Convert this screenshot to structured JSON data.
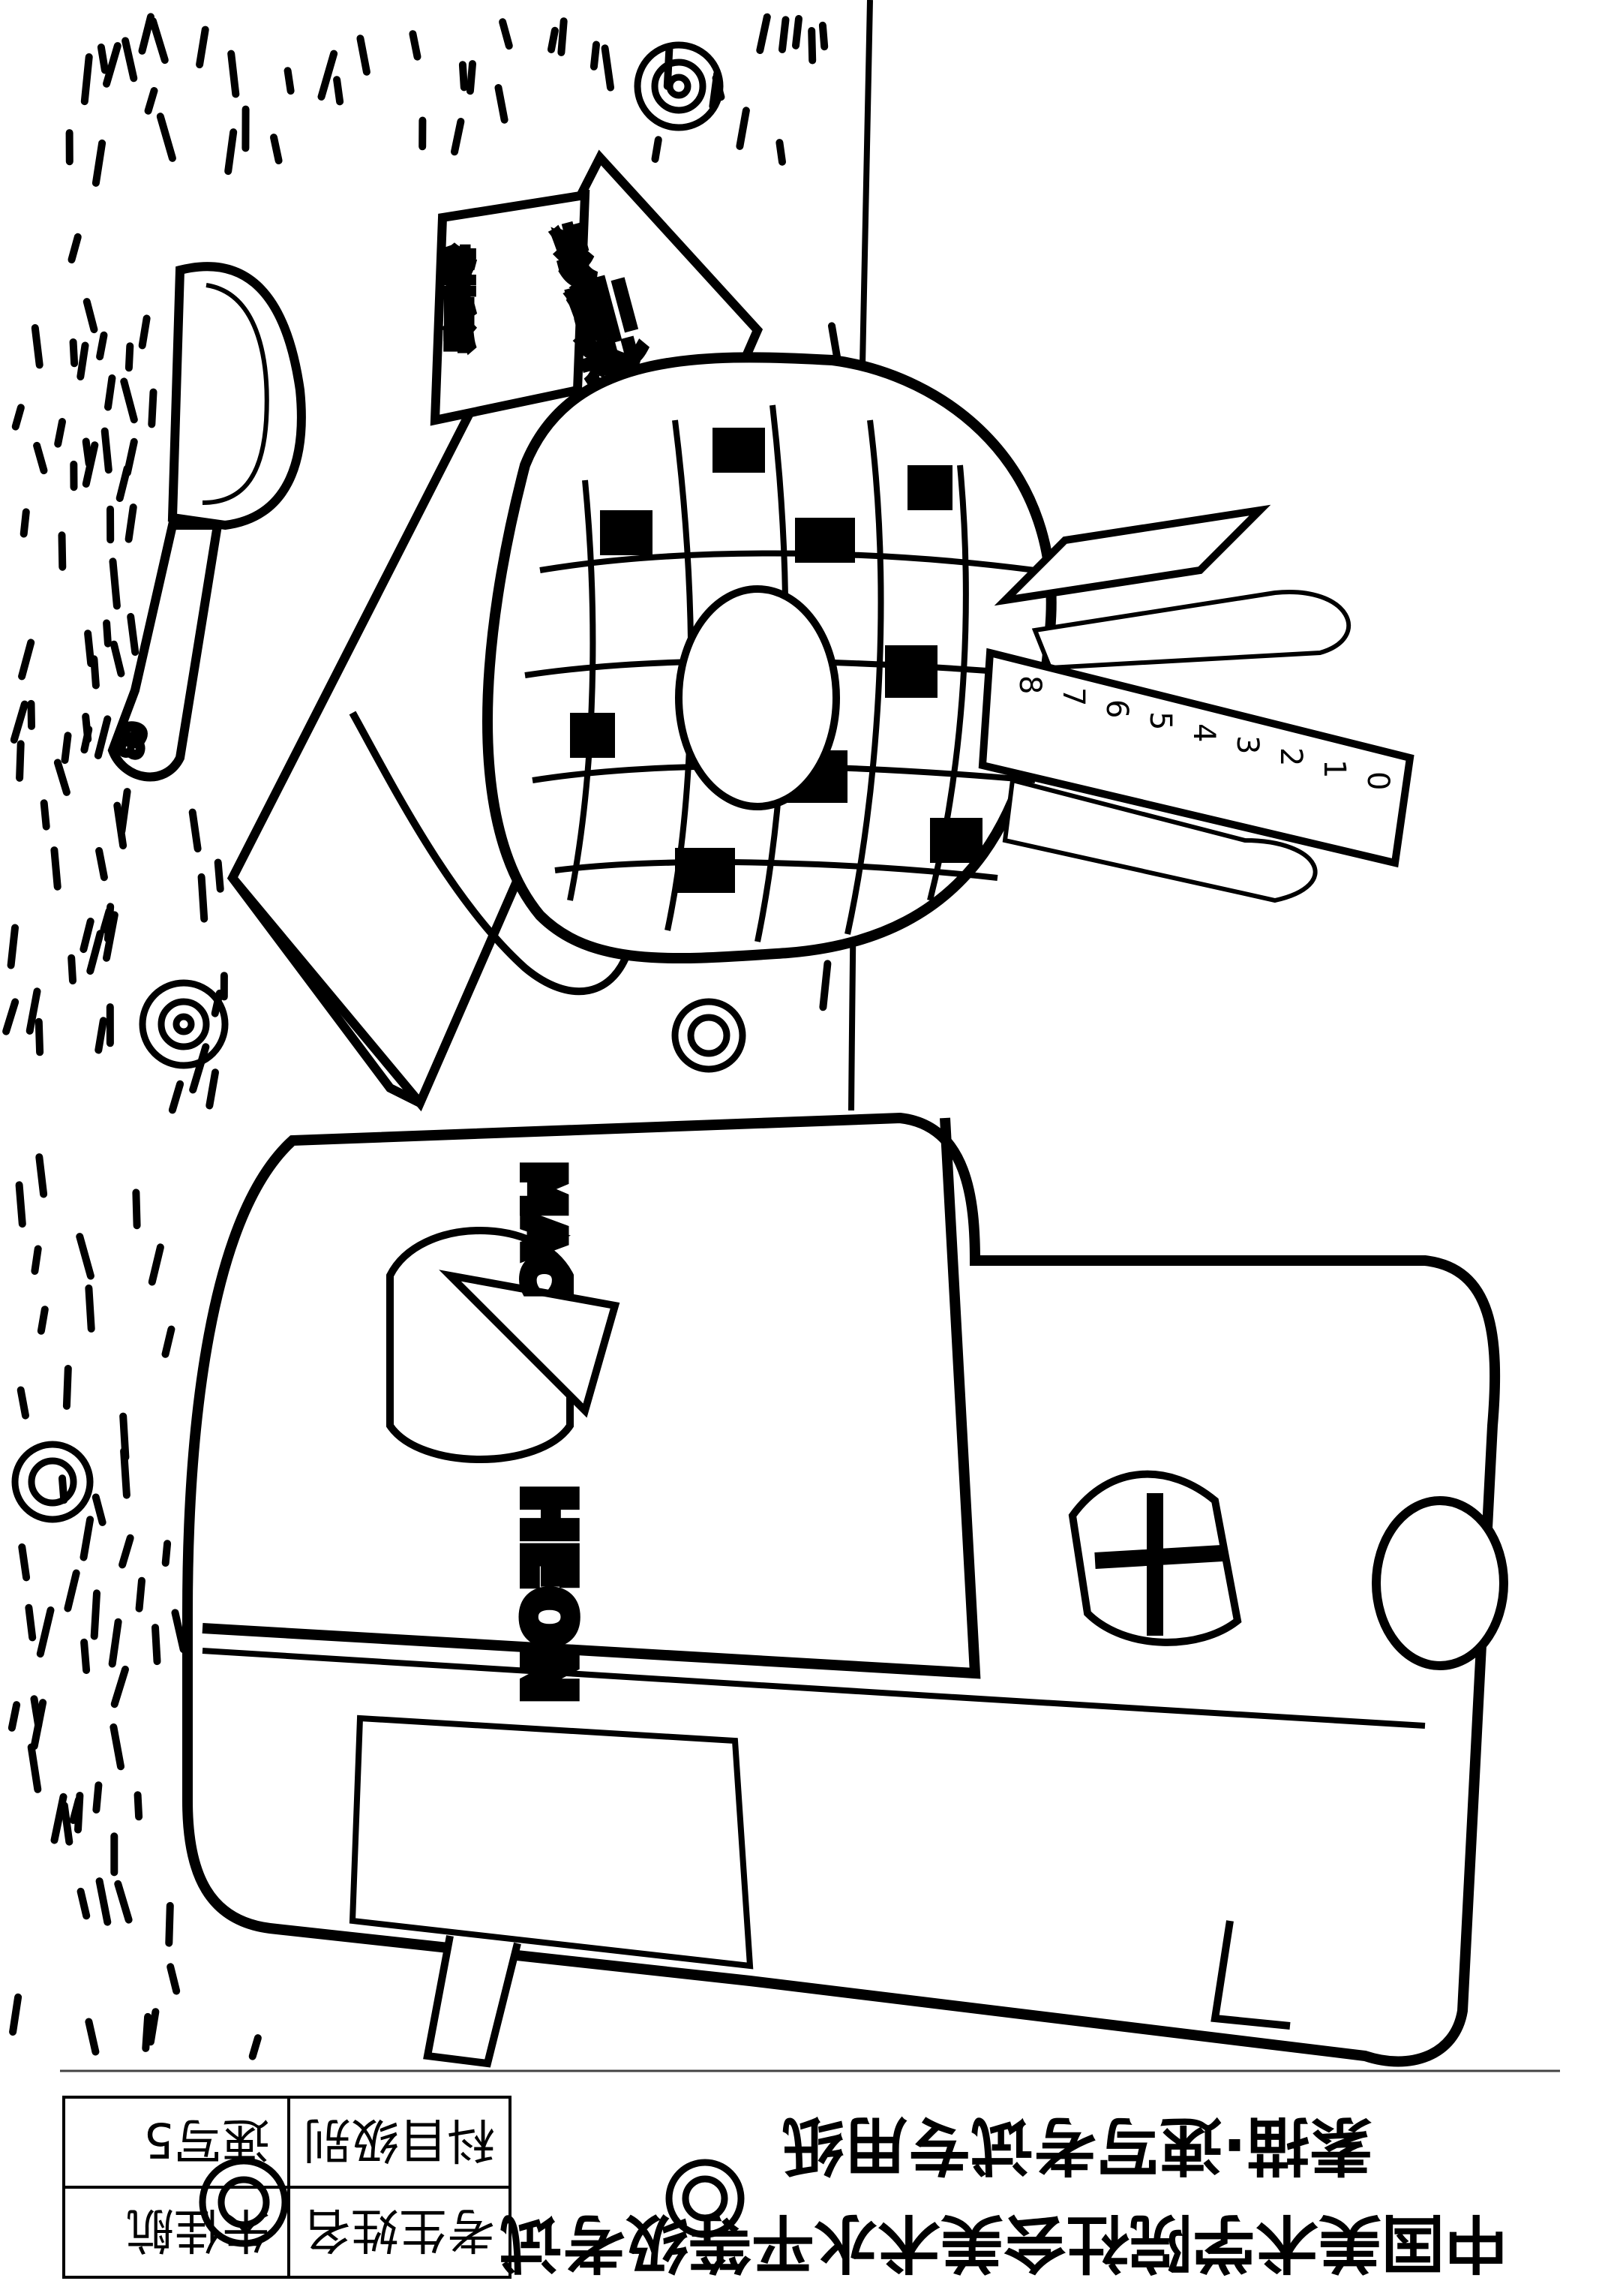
{
  "exam": {
    "title_line1": "中国美术学院社会美术水平等级考试",
    "title_line2": "素描·速写考试专用纸"
  },
  "info_table": {
    "name_label": "考生姓名",
    "name_value": "朱佳航",
    "level_label": "科目级别",
    "level_value": "速写5"
  },
  "drawing": {
    "book_spine_text": "云衫衫",
    "book_title_1": "云衫衫世界",
    "book_title_2": "格林童话",
    "backpack_text_1": "MAC",
    "backpack_text_2": "HEON",
    "ruler_numbers": [
      "8",
      "7",
      "6",
      "5",
      "4",
      "3",
      "2",
      "1",
      "0"
    ],
    "pencil_mark": "89"
  },
  "colors": {
    "ink": "#000000",
    "paper": "#ffffff"
  }
}
